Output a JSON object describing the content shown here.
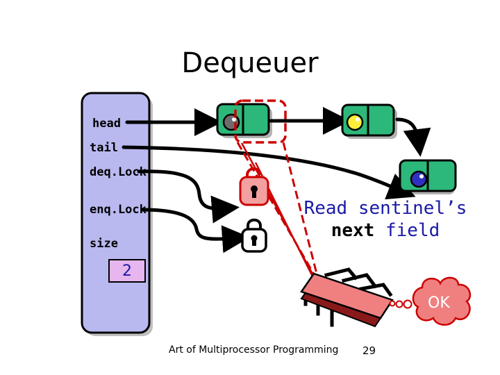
{
  "slide": {
    "title": "Dequeuer",
    "footer_text": "Art of Multiprocessor Programming",
    "page_number": "29"
  },
  "queue_object": {
    "fields": [
      "head",
      "tail",
      "deq.Lock",
      "enq.Lock",
      "size"
    ],
    "size_value": "2"
  },
  "annotation": {
    "line1": "Read sentinel’s",
    "line2_keyword": "next",
    "line2_rest": " field"
  },
  "thread_bubble": {
    "text": "OK"
  },
  "colors": {
    "panel": "#b9b9f0",
    "node": "#2cb87a",
    "size_box": "#e7b6ee",
    "lock": "#f08080",
    "highlight": "#cc0000",
    "annotation": "#1a1aa8"
  },
  "icons": {
    "deq_lock": "unlocked-padlock-icon",
    "enq_lock": "locked-padlock-icon",
    "thread": "bug-thread-icon"
  },
  "node_values": [
    "gray",
    "yellow",
    "blue"
  ]
}
